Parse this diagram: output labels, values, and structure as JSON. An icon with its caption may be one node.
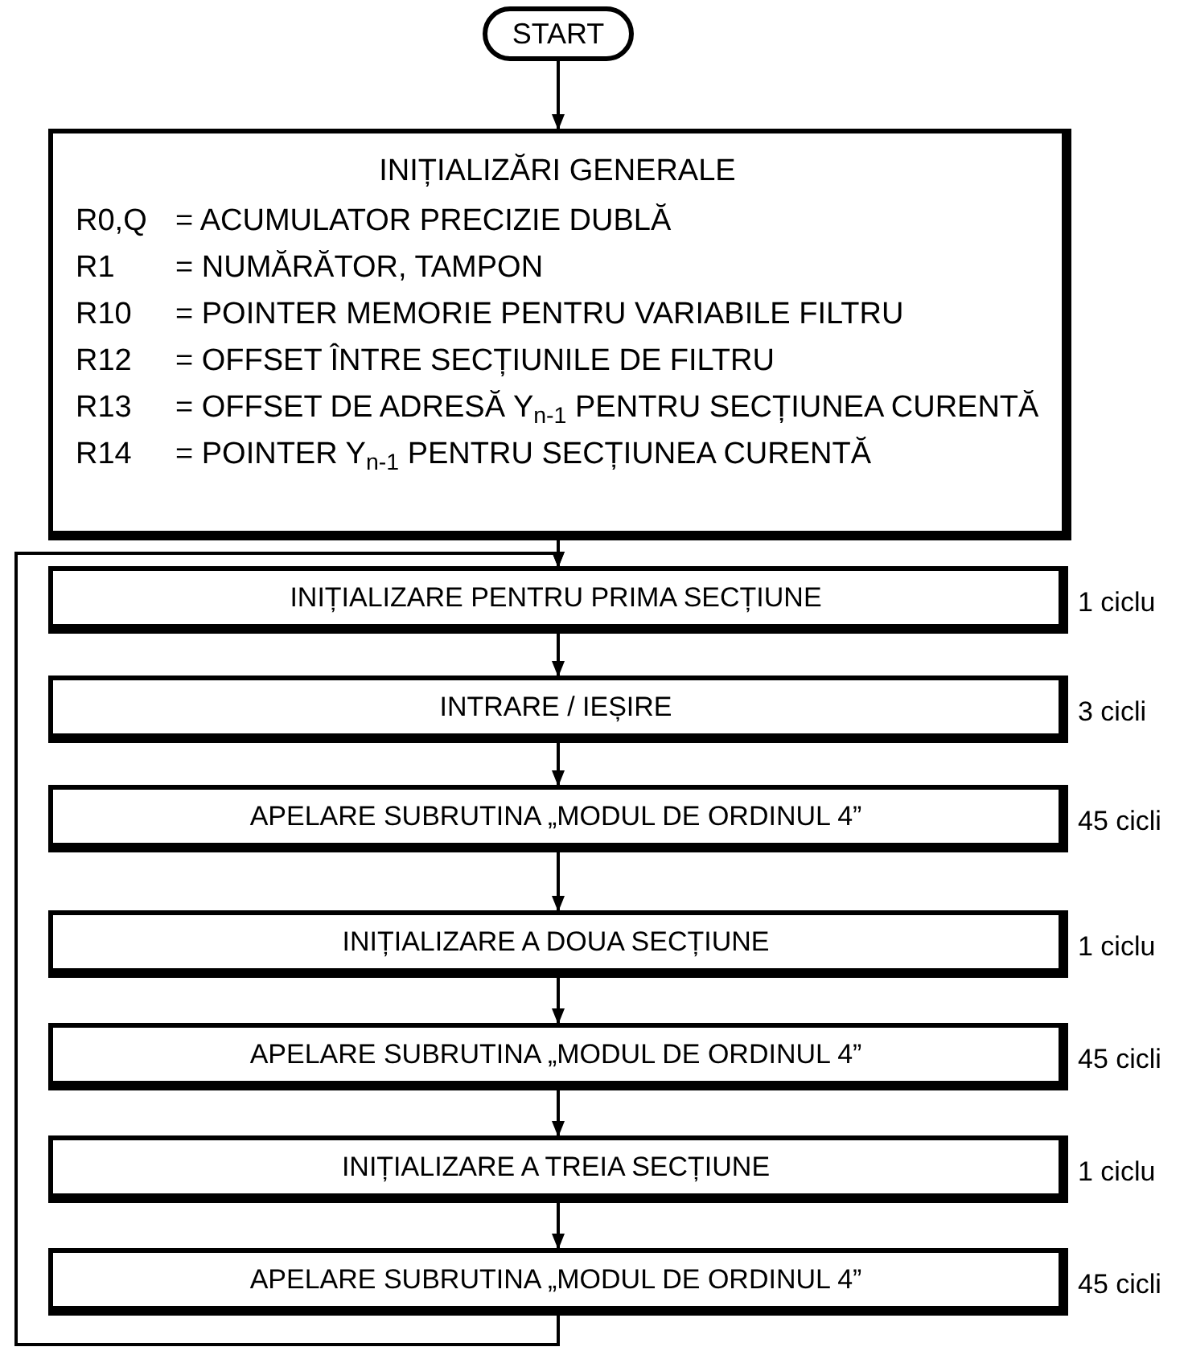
{
  "diagram": {
    "nodes": [
      {
        "text": [
          "START"
        ]
      },
      {
        "text": [
          "INIȚIALIZĂRI GENERALE",
          "R0,Q",
          "= ACUMULATOR PRECIZIE DUBLĂ",
          "R1",
          "= NUMĂRĂTOR, TAMPON",
          "R10",
          "= POINTER MEMORIE PENTRU VARIABILE FILTRU",
          "R12",
          "= OFFSET ÎNTRE SECȚIUNILE DE FILTRU",
          "R13",
          "= OFFSET DE ADRESĂ Y$_{n-1}$ PENTRU SECȚIUNEA CURENTĂ",
          "R14",
          "= POINTER Y$_{n-1}$ PENTRU SECȚIUNEA CURENTĂ"
        ]
      },
      {
        "text": [
          "INIȚIALIZARE PENTRU PRIMA SECȚIUNE"
        ],
        "beside": [
          "1 ciclu"
        ]
      },
      {
        "text": [
          "INTRARE / IEȘIRE"
        ],
        "beside": [
          "3 cicli"
        ]
      },
      {
        "text": [
          "APELARE SUBRUTINA „MODUL DE ORDINUL 4”"
        ],
        "beside": [
          "45 cicli"
        ]
      },
      {
        "text": [
          "INIȚIALIZARE A DOUA SECȚIUNE"
        ],
        "beside": [
          "1 ciclu"
        ]
      },
      {
        "text": [
          "APELARE SUBRUTINA „MODUL DE ORDINUL 4”"
        ],
        "beside": [
          "45 cicli"
        ]
      },
      {
        "text": [
          "INIȚIALIZARE A TREIA SECȚIUNE"
        ],
        "beside": [
          "1 ciclu"
        ]
      },
      {
        "text": [
          "APELARE SUBRUTINA „MODUL DE ORDINUL 4”"
        ],
        "beside": [
          "45 cicli"
        ]
      }
    ],
    "edges": [
      {
        "from": 0,
        "to": 1,
        "arrow": "to"
      },
      {
        "from": 1,
        "to": 2,
        "arrow": "to"
      },
      {
        "from": 2,
        "to": 3,
        "arrow": "to"
      },
      {
        "from": 3,
        "to": 4,
        "arrow": "to"
      },
      {
        "from": 4,
        "to": 5,
        "arrow": "to"
      },
      {
        "from": 5,
        "to": 6,
        "arrow": "to"
      },
      {
        "from": 6,
        "to": 7,
        "arrow": "to"
      },
      {
        "from": 7,
        "to": 8,
        "arrow": "to"
      },
      {
        "from": 8,
        "to": 2,
        "arrow": "to"
      }
    ]
  }
}
